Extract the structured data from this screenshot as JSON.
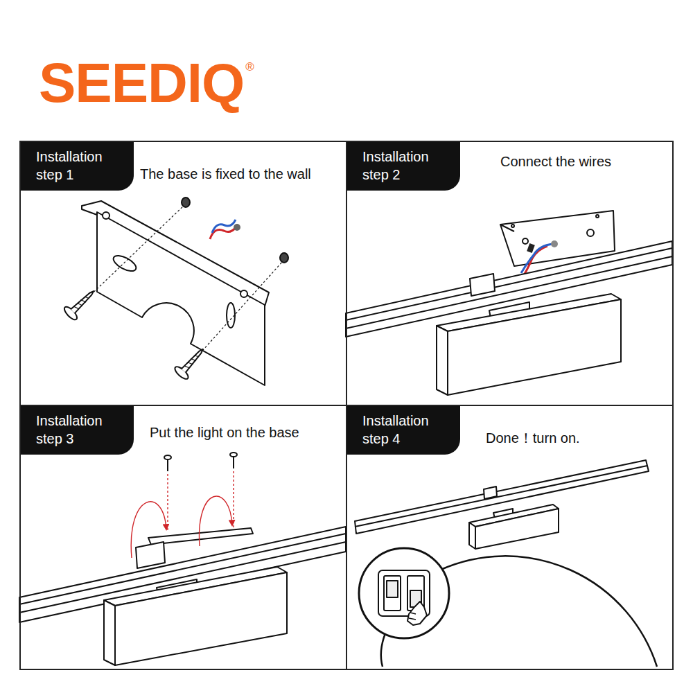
{
  "diagram": {
    "title": "SEEDIQ",
    "nodes": [
      {
        "text": [
          "The base is fixed to the wall"
        ]
      },
      {
        "text": [
          "Installation step 1"
        ],
        "in": 0
      },
      {
        "text": [
          "Connect the wires"
        ]
      },
      {
        "text": [
          "Installation step 2"
        ],
        "in": 2
      },
      {
        "text": [
          "Put the light on the base"
        ]
      },
      {
        "text": [
          "Installation step 3"
        ],
        "in": 4
      },
      {
        "text": [
          "Done！turn on."
        ]
      },
      {
        "text": [
          "Installation step 4"
        ],
        "in": 6
      }
    ],
    "labels": [
      "®"
    ]
  }
}
